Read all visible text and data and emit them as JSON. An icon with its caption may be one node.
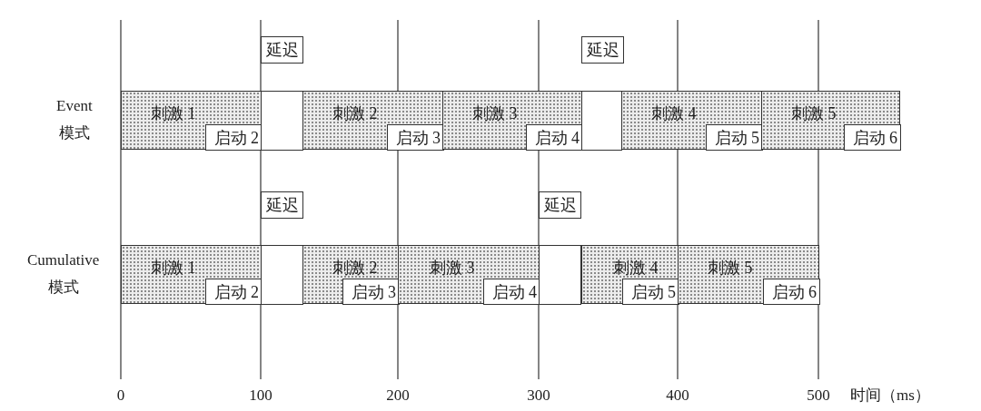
{
  "diagram": {
    "nodes": [
      {
        "text": [
          "延迟"
        ]
      },
      {
        "text": [
          "延迟"
        ]
      },
      {
        "text": [
          "刺激 1"
        ]
      },
      {
        "text": [
          "启动 2"
        ],
        "in": 2
      },
      {
        "text": [],
        "shape": "box"
      },
      {
        "text": [
          "刺激 2"
        ]
      },
      {
        "text": [
          "启动 3"
        ],
        "in": 5
      },
      {
        "text": [
          "刺激 3"
        ]
      },
      {
        "text": [
          "启动 4"
        ],
        "in": 7
      },
      {
        "text": [],
        "shape": "box"
      },
      {
        "text": [
          "刺激 4"
        ]
      },
      {
        "text": [
          "启动 5"
        ],
        "in": 10
      },
      {
        "text": [
          "刺激 5"
        ]
      },
      {
        "text": [
          "启动 6"
        ],
        "in": 12
      },
      {
        "text": [
          "延迟"
        ]
      },
      {
        "text": [
          "延迟"
        ]
      },
      {
        "text": [
          "刺激 1"
        ]
      },
      {
        "text": [
          "启动 2"
        ],
        "in": 16
      },
      {
        "text": [],
        "shape": "box"
      },
      {
        "text": [
          "刺激 2"
        ]
      },
      {
        "text": [
          "启动 3"
        ],
        "in": 19
      },
      {
        "text": [
          "刺激 3"
        ]
      },
      {
        "text": [
          "启动 4"
        ],
        "in": 21
      },
      {
        "text": [],
        "shape": "box"
      },
      {
        "text": [
          "刺激 4"
        ]
      },
      {
        "text": [
          "启动 5"
        ],
        "in": 24
      },
      {
        "text": [
          "刺激 5"
        ]
      },
      {
        "text": [
          "启动 6"
        ],
        "in": 26
      }
    ],
    "edges": [],
    "labels": [
      "Event 模式",
      "Cumulative 模式",
      "0",
      "100",
      "200",
      "300",
      "400",
      "500",
      "时间（ms）"
    ]
  }
}
